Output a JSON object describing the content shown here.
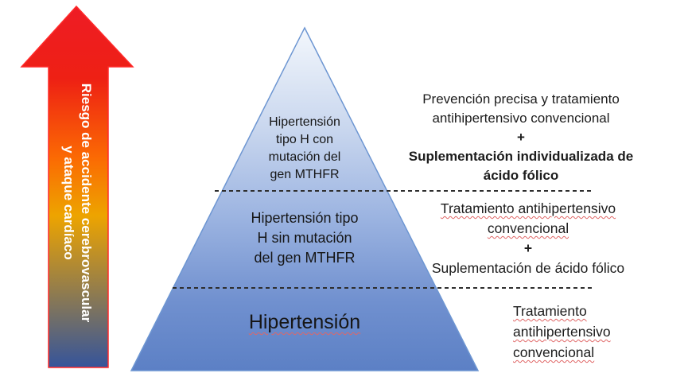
{
  "risk_arrow": {
    "label_line1": "Riesgo de accidente cerebrovascular",
    "label_line2": "y ataque cardíaco",
    "gradient": [
      "#ee1c25",
      "#ee2014",
      "#fb6a03",
      "#eda400",
      "#35549b"
    ],
    "outline_color": "#ff2a2a",
    "text_color": "#ffffff"
  },
  "pyramid": {
    "border_color": "#6d96d2",
    "gradient": [
      "#f3f7fc",
      "#c8d6ee",
      "#9cb4e1",
      "#7090cf",
      "#5c80c5"
    ],
    "levels": [
      {
        "name": "hipertension-tipo-h-con-mutacion",
        "lines": [
          "Hipertensión",
          "tipo H con",
          "mutación del",
          "gen MTHFR"
        ]
      },
      {
        "name": "hipertension-tipo-h-sin-mutacion",
        "lines": [
          "Hipertensión tipo",
          "H sin mutación",
          "del gen MTHFR"
        ]
      },
      {
        "name": "hipertension",
        "lines": [
          "Hipertensión"
        ]
      }
    ]
  },
  "treatments": {
    "top": {
      "line1": "Prevención precisa y tratamiento",
      "line2": "antihipertensivo convencional",
      "plus": "+",
      "line3": "Suplementación individualizada de",
      "line4": "ácido fólico"
    },
    "middle": {
      "line1": "Tratamiento antihipertensivo",
      "line2": "convencional",
      "plus": "+",
      "line3": "Suplementación de ácido fólico"
    },
    "base": {
      "line1": "Tratamiento",
      "line2": "antihipertensivo",
      "line3": "convencional"
    }
  },
  "squiggle_color": "#e06666",
  "dashed_line_color": "#2e2e2e"
}
